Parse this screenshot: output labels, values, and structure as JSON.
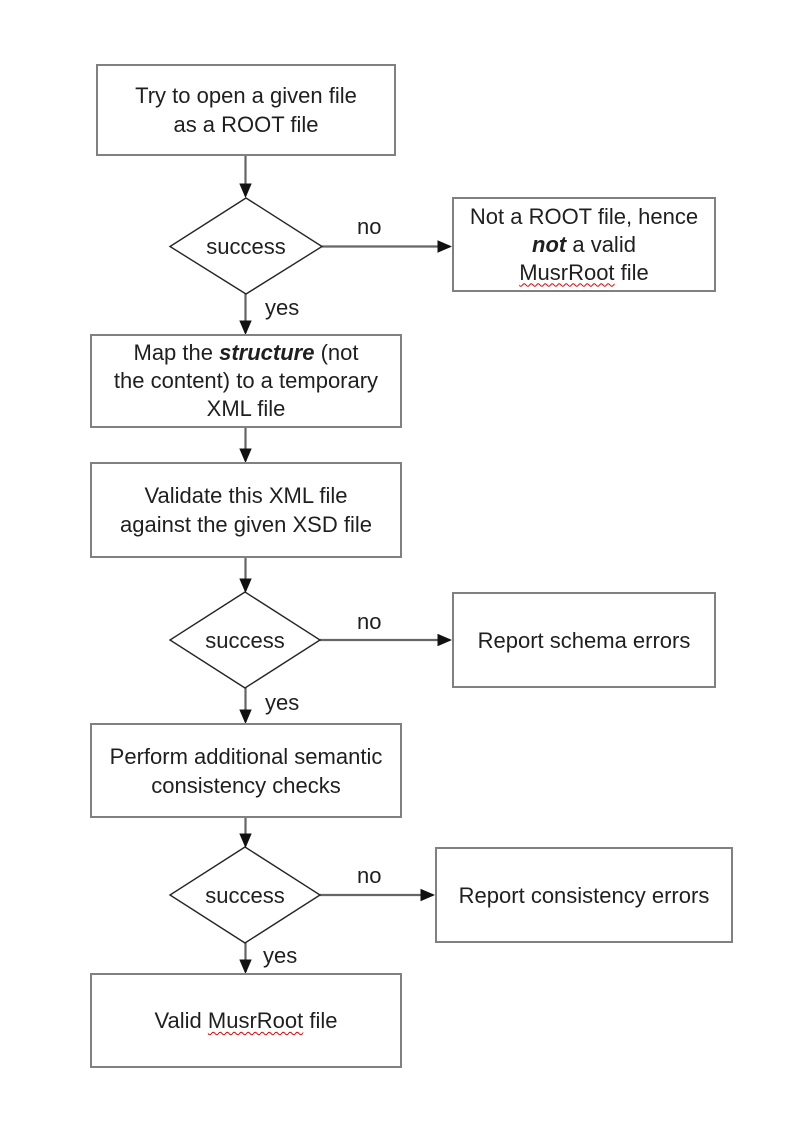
{
  "colors": {
    "background": "#ffffff",
    "box_border": "#808080",
    "diamond_border": "#262626",
    "connector": "#666666",
    "arrowhead": "#111111",
    "text": "#1f1f1f",
    "spellcheck_underline": "#e00000"
  },
  "nodes": {
    "start": {
      "line1": "Try to open a given file",
      "line2": "as a ROOT file"
    },
    "decision1": {
      "label": "success"
    },
    "not_root": {
      "line1": "Not a ROOT file, hence",
      "line2_emphasis": "not",
      "line2_rest": " a valid",
      "line3_word": "MusrRoot",
      "line3_rest": " file"
    },
    "map_structure": {
      "line1_pre": "Map the ",
      "line1_emphasis": "structure",
      "line1_post": " (not",
      "line2": "the content) to a temporary",
      "line3": "XML file"
    },
    "validate": {
      "line1": "Validate this XML file",
      "line2": "against the given XSD file"
    },
    "decision2": {
      "label": "success"
    },
    "schema_errors": {
      "line1": "Report schema errors"
    },
    "semantic_checks": {
      "line1": "Perform additional semantic",
      "line2": "consistency checks"
    },
    "decision3": {
      "label": "success"
    },
    "consistency_errors": {
      "line1": "Report consistency errors"
    },
    "valid": {
      "pre": "Valid ",
      "word": "MusrRoot",
      "post": " file"
    }
  },
  "edge_labels": {
    "no1": "no",
    "yes1": "yes",
    "no2": "no",
    "yes2": "yes",
    "no3": "no",
    "yes3": "yes"
  }
}
